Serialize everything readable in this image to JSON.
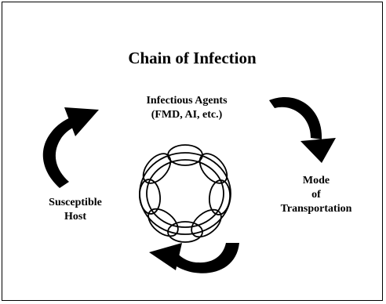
{
  "slide": {
    "title": "Chain of Infection",
    "nodes": {
      "agents": {
        "line1": "Infectious Agents",
        "line2": "(FMD, AI, etc.)"
      },
      "mode": {
        "line1": "Mode",
        "line2": "of",
        "line3": "Transportation"
      },
      "host": {
        "line1": "Susceptible",
        "line2": "Host"
      }
    }
  },
  "icons": [
    "curved-arrow-icon",
    "chain-links-icon"
  ],
  "colors": {
    "ink": "#000000",
    "background": "#ffffff"
  }
}
